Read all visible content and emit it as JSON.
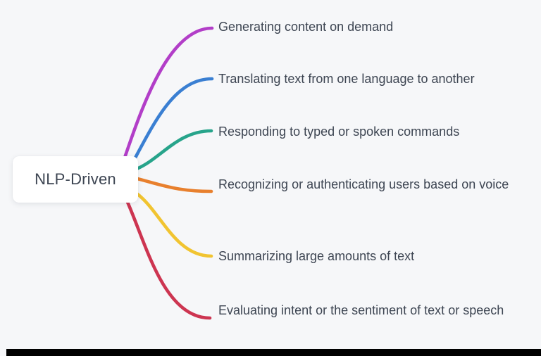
{
  "canvas": {
    "background_color": "#f6f7f9",
    "bottom_bar_color": "#000000",
    "text_color": "#3d4552"
  },
  "root_node": {
    "label": "NLP-Driven",
    "background_color": "#ffffff"
  },
  "branches": [
    {
      "label": "Generating content on demand",
      "color": "#b23ec8"
    },
    {
      "label": "Translating text from one language to another",
      "color": "#3a7fd2"
    },
    {
      "label": "Responding to typed or spoken commands",
      "color": "#27a48b"
    },
    {
      "label": "Recognizing or authenticating users based on voice",
      "color": "#e8802e"
    },
    {
      "label": "Summarizing large amounts of text",
      "color": "#f1c431"
    },
    {
      "label": "Evaluating intent or the sentiment of text or speech",
      "color": "#cd3551"
    }
  ]
}
